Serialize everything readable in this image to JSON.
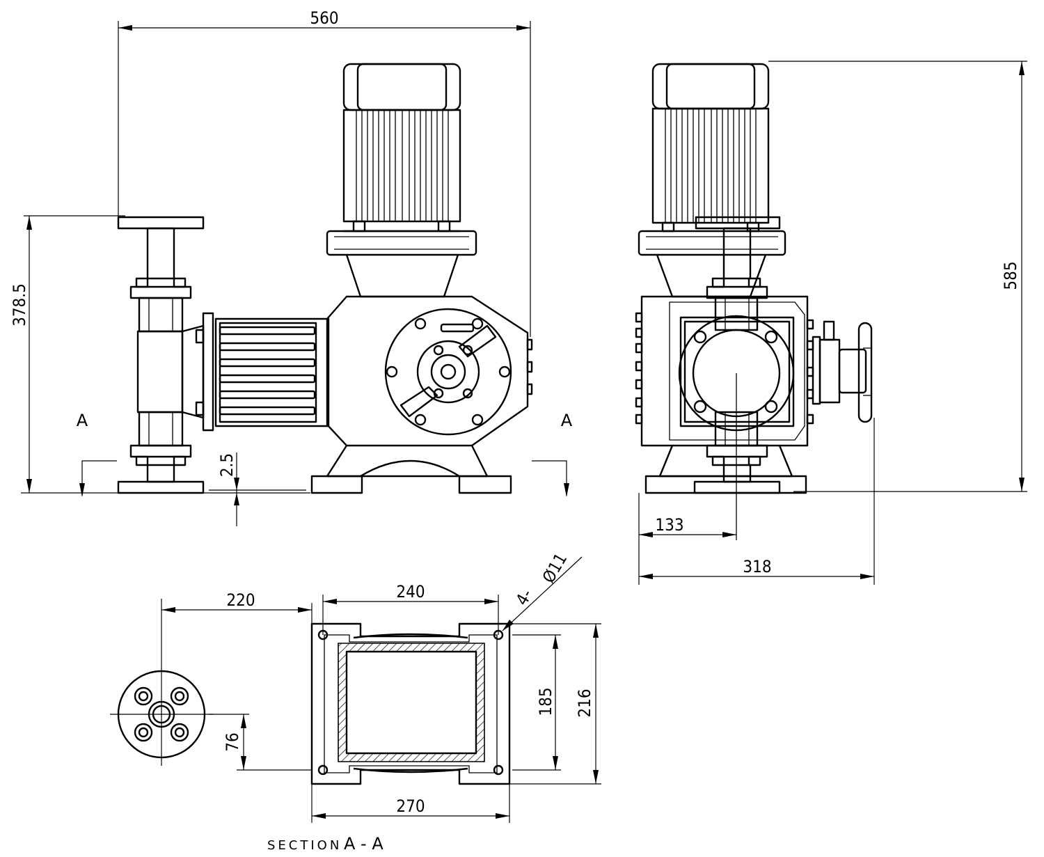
{
  "dimensions": {
    "overall_width": "560",
    "inlet_height": "378.5",
    "base_offset": "2.5",
    "overall_height": "585",
    "side_offset": "133",
    "side_width": "318",
    "flange_offset": "220",
    "hole_spacing_x": "240",
    "hole_note_prefix": "4-",
    "hole_note_dia": "Ø11",
    "hole_spacing_y": "185",
    "base_depth": "216",
    "flange_center": "76",
    "base_width": "270"
  },
  "section_marks": {
    "left": "A",
    "right": "A"
  },
  "caption": {
    "prefix": "SECTION",
    "letters": "A - A"
  }
}
